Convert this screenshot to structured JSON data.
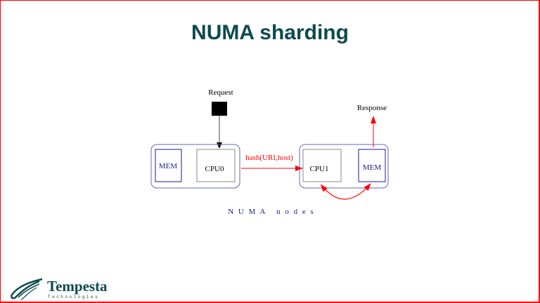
{
  "slide": {
    "title": "NUMA sharding",
    "border_color": "#ff0000",
    "title_color": "#0d4a4e"
  },
  "diagram": {
    "request_label": "Request",
    "response_label": "Response",
    "hash_label": "hash(URI,host)",
    "caption": "N U M A   n o d e s",
    "node0": {
      "mem_label": "MEM",
      "cpu_label": "CPU0"
    },
    "node1": {
      "cpu_label": "CPU1",
      "mem_label": "MEM"
    },
    "colors": {
      "node_border": "#6666bb",
      "mem_border": "#1a1a8c",
      "mem_text": "#1a1a8c",
      "cpu_border": "#888888",
      "arrow_red": "#ff0000",
      "caption": "#1a1a8c"
    }
  },
  "logo": {
    "name": "Tempesta",
    "subtitle": "Technologies",
    "icon": "swoosh-logo-icon"
  }
}
